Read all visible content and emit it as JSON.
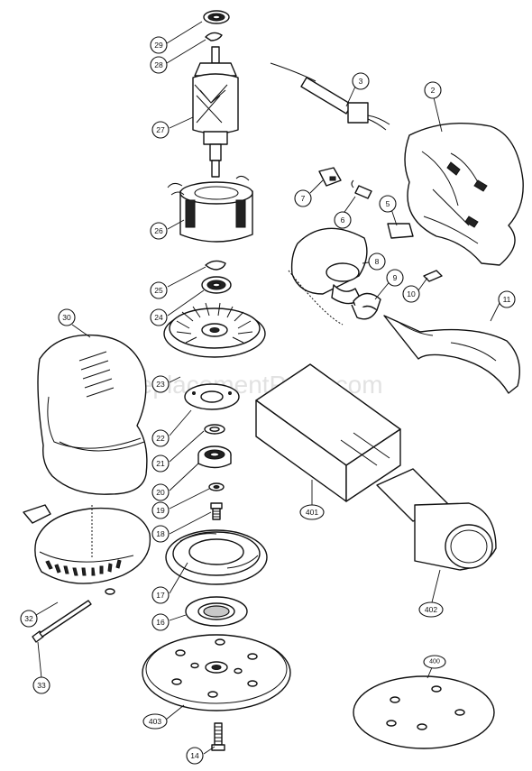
{
  "watermark": "eReplacementParts.com",
  "callouts": [
    {
      "id": "29",
      "label": "29"
    },
    {
      "id": "28",
      "label": "28"
    },
    {
      "id": "27",
      "label": "27"
    },
    {
      "id": "26",
      "label": "26"
    },
    {
      "id": "25",
      "label": "25"
    },
    {
      "id": "24",
      "label": "24"
    },
    {
      "id": "23",
      "label": "23"
    },
    {
      "id": "22",
      "label": "22"
    },
    {
      "id": "21",
      "label": "21"
    },
    {
      "id": "20",
      "label": "20"
    },
    {
      "id": "19",
      "label": "19"
    },
    {
      "id": "18",
      "label": "18"
    },
    {
      "id": "17",
      "label": "17"
    },
    {
      "id": "16",
      "label": "16"
    },
    {
      "id": "14",
      "label": "14"
    },
    {
      "id": "403",
      "label": "403"
    },
    {
      "id": "30",
      "label": "30"
    },
    {
      "id": "32",
      "label": "32"
    },
    {
      "id": "33",
      "label": "33"
    },
    {
      "id": "3",
      "label": "3"
    },
    {
      "id": "2",
      "label": "2"
    },
    {
      "id": "7",
      "label": "7"
    },
    {
      "id": "6",
      "label": "6"
    },
    {
      "id": "5",
      "label": "5"
    },
    {
      "id": "8",
      "label": "8"
    },
    {
      "id": "9",
      "label": "9"
    },
    {
      "id": "10",
      "label": "10"
    },
    {
      "id": "11",
      "label": "11"
    },
    {
      "id": "401",
      "label": "401"
    },
    {
      "id": "402",
      "label": "402"
    },
    {
      "id": "400",
      "label": "400"
    }
  ]
}
